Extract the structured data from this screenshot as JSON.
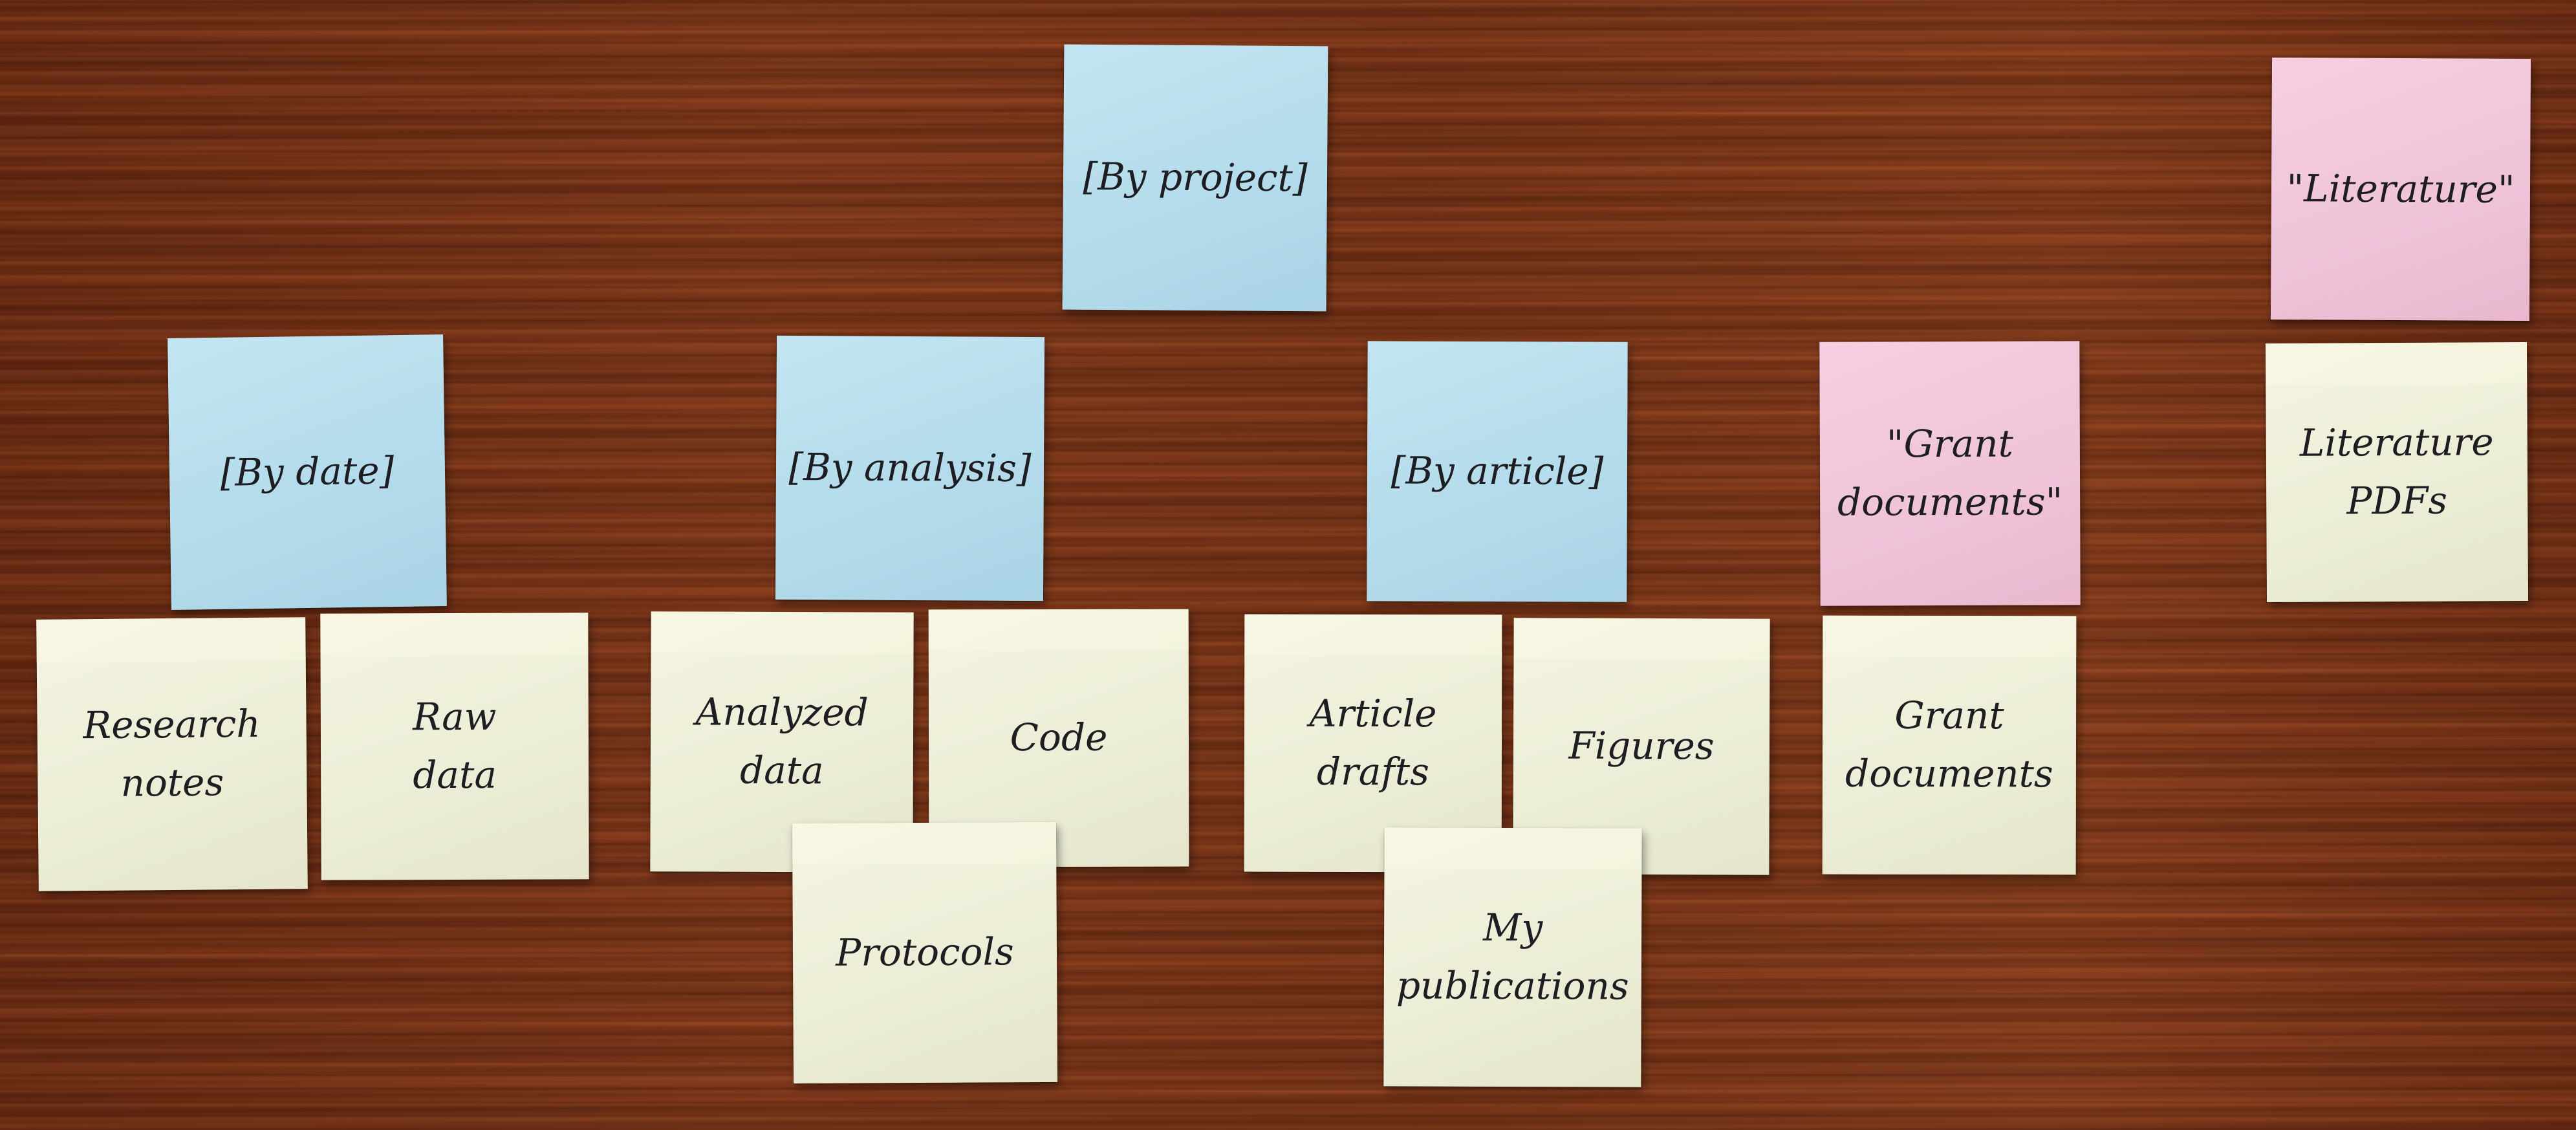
{
  "scene": {
    "surface": "wooden-table",
    "colors": {
      "blue_note": "#b3dbeb",
      "pink_note": "#efc3d8",
      "yellow_note": "#ecedd6",
      "wood": "#7a3418",
      "ink": "#1d1d22"
    }
  },
  "notes": {
    "by_project": "[By project]",
    "literature_label": "\"Literature\"",
    "by_date": "[By date]",
    "by_analysis": "[By analysis]",
    "by_article": "[By article]",
    "grant_label": "\"Grant\ndocuments\"",
    "literature_pdfs": "Literature\nPDFs",
    "research_notes": "Research\nnotes",
    "raw_data": "Raw\ndata",
    "analyzed_data": "Analyzed\ndata",
    "code": "Code",
    "article_drafts": "Article\ndrafts",
    "figures": "Figures",
    "grant_documents": "Grant\ndocuments",
    "protocols": "Protocols",
    "my_publications": "My\npublications"
  }
}
